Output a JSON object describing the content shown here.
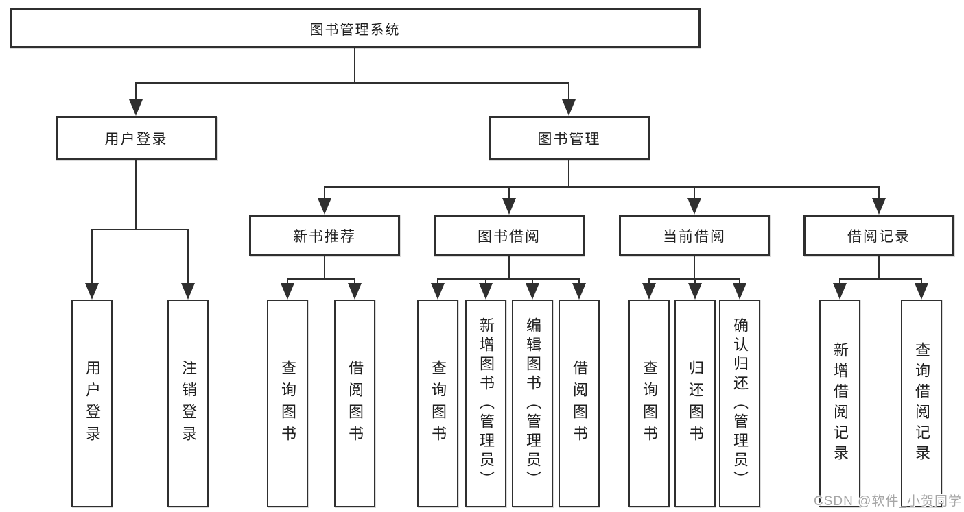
{
  "diagram_type": "hierarchy-flowchart",
  "nodes": {
    "root": {
      "label": "图书管理系统"
    },
    "user_login": {
      "label": "用户登录"
    },
    "book_mgmt": {
      "label": "图书管理"
    },
    "new_book_rec": {
      "label": "新书推荐"
    },
    "book_borrow": {
      "label": "图书借阅"
    },
    "current_borrow": {
      "label": "当前借阅"
    },
    "borrow_record": {
      "label": "借阅记录"
    },
    "ul_user_login": {
      "label": "用户登录"
    },
    "ul_logout": {
      "label": "注销登录"
    },
    "nb_query_book": {
      "label": "查询图书"
    },
    "nb_borrow_book": {
      "label": "借阅图书"
    },
    "bb_query_book": {
      "label": "查询图书"
    },
    "bb_add_book": {
      "label": "新增图书（管理员）"
    },
    "bb_edit_book": {
      "label": "编辑图书（管理员）"
    },
    "bb_borrow_book": {
      "label": "借阅图书"
    },
    "cb_query_book": {
      "label": "查询图书"
    },
    "cb_return_book": {
      "label": "归还图书"
    },
    "cb_confirm_return": {
      "label": "确认归还（管理员）"
    },
    "br_add_record": {
      "label": "新增借阅记录"
    },
    "br_query_record": {
      "label": "查询借阅记录"
    }
  },
  "tree": {
    "图书管理系统": {
      "用户登录": [
        "用户登录",
        "注销登录"
      ],
      "图书管理": {
        "新书推荐": [
          "查询图书",
          "借阅图书"
        ],
        "图书借阅": [
          "查询图书",
          "新增图书（管理员）",
          "编辑图书（管理员）",
          "借阅图书"
        ],
        "当前借阅": [
          "查询图书",
          "归还图书",
          "确认归还（管理员）"
        ],
        "借阅记录": [
          "新增借阅记录",
          "查询借阅记录"
        ]
      }
    }
  },
  "watermark": {
    "text": "CSDN @软件_小贺同学"
  },
  "colors": {
    "line": "#2f2f2f",
    "text": "#1f1f1f",
    "background": "#ffffff",
    "watermark": "#a6a6a6"
  }
}
